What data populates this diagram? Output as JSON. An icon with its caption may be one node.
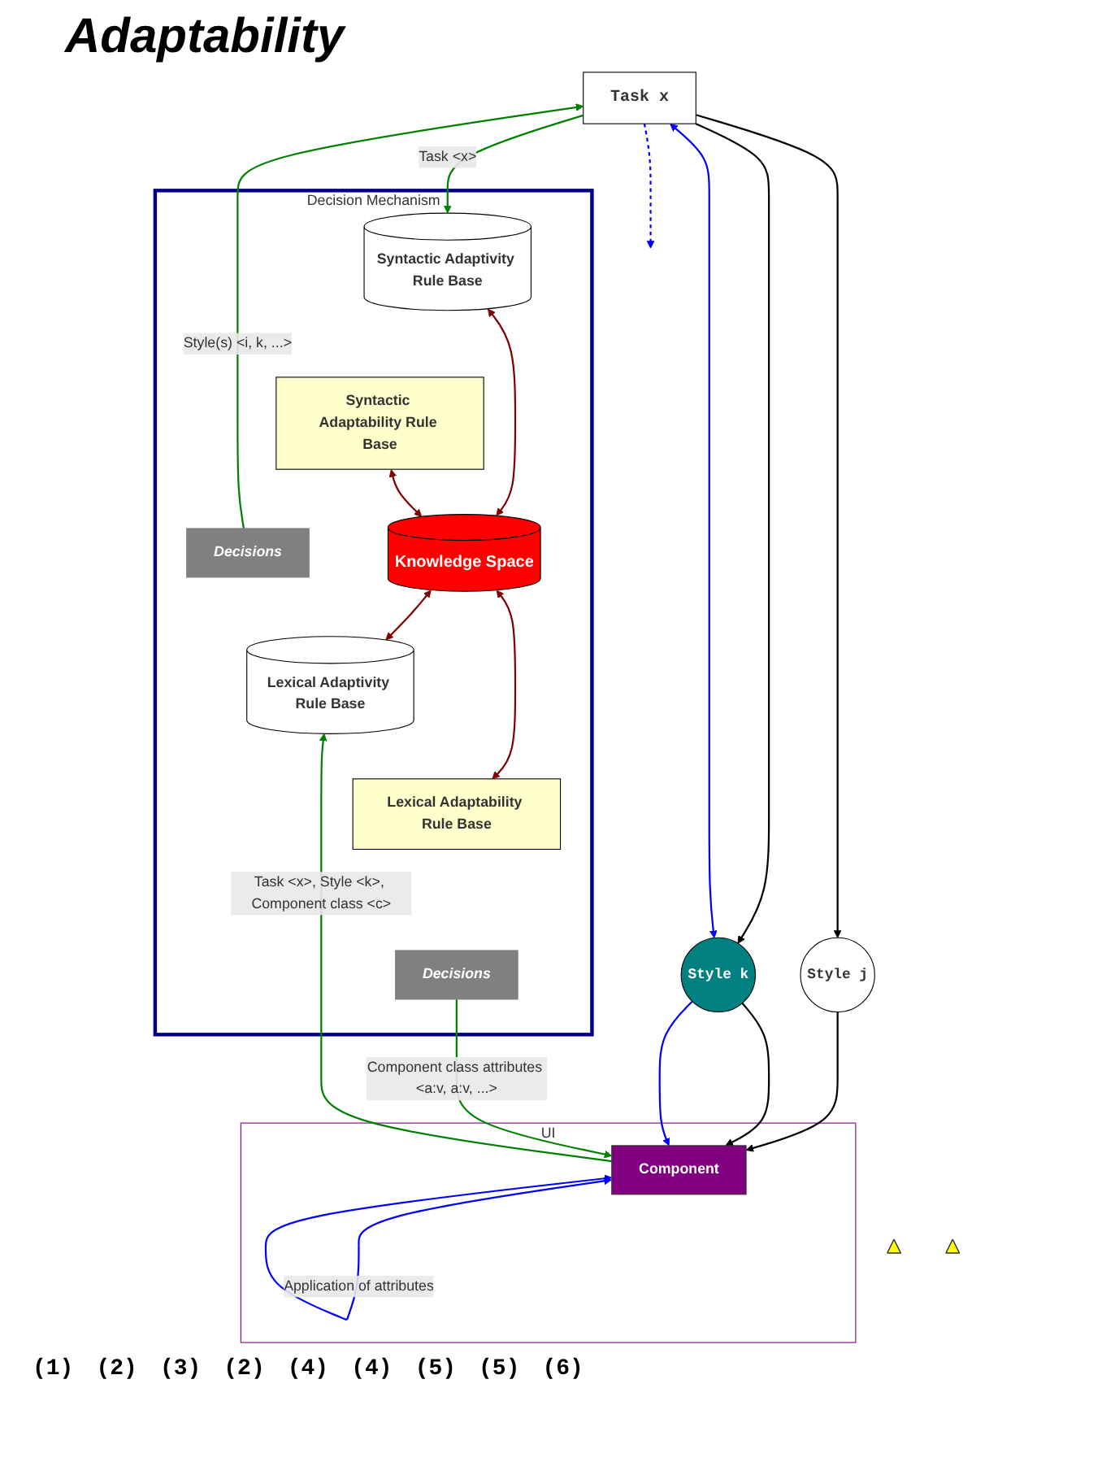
{
  "diagram": {
    "title": "Adaptability",
    "nodes": [
      {
        "text": [
          "Task x"
        ]
      },
      {
        "text": [
          "Style j"
        ]
      },
      {
        "text": [
          "Style k"
        ]
      },
      {
        "text": [
          "UI"
        ]
      },
      {
        "text": [
          "Component"
        ],
        "in": 3
      },
      {
        "text": [
          "Decision Mechanism"
        ]
      },
      {
        "text": [
          "Syntactic Adaptivity Rule Base"
        ],
        "in": 5
      },
      {
        "text": [
          "Syntactic Adaptability Rule Base"
        ],
        "in": 5
      },
      {
        "text": [
          "Decisions"
        ],
        "in": 5
      },
      {
        "text": [
          "Knowledge Space"
        ],
        "in": 5
      },
      {
        "text": [
          "Lexical Adaptivity Rule Base"
        ],
        "in": 5
      },
      {
        "text": [
          "Lexical Adaptability Rule Base"
        ],
        "in": 5
      },
      {
        "text": [
          "Decisions"
        ],
        "in": 5
      },
      {
        "text": [],
        "shape": "triangle"
      },
      {
        "text": [],
        "shape": "triangle"
      }
    ],
    "edges": [
      {
        "from": 0,
        "to": 6,
        "arrow": "to",
        "label": "Task <x>",
        "color": "#008000"
      },
      {
        "from": 8,
        "to": 0,
        "arrow": "to",
        "label": "Style(s) <i, k, ...>",
        "color": "#008000"
      },
      {
        "from": 0,
        "to": 1,
        "arrow": "to",
        "color": "#000000"
      },
      {
        "from": 0,
        "to": 2,
        "arrow": "to",
        "color": "#000000"
      },
      {
        "from": 0,
        "to": 2,
        "arrow": "both",
        "color": "#0000ff"
      },
      {
        "from": 0,
        "to": null,
        "arrow": "to",
        "style": "dashed",
        "color": "#0000ff"
      },
      {
        "from": 1,
        "to": 4,
        "arrow": "to",
        "color": "#000000"
      },
      {
        "from": 2,
        "to": 4,
        "arrow": "to",
        "color": "#000000"
      },
      {
        "from": 2,
        "to": 4,
        "arrow": "to",
        "color": "#0000ff"
      },
      {
        "from": 4,
        "to": 10,
        "arrow": "to",
        "label": "Task <x>, Style <k>, Component class <c>",
        "color": "#008000"
      },
      {
        "from": 12,
        "to": 4,
        "arrow": "to",
        "label": "Component class attributes <a:v, a:v, ...>",
        "color": "#008000"
      },
      {
        "from": 4,
        "to": 4,
        "arrow": "both",
        "label": "Application of attributes",
        "color": "#0000ff"
      },
      {
        "from": 6,
        "to": 9,
        "arrow": "both",
        "color": "#800000"
      },
      {
        "from": 7,
        "to": 9,
        "arrow": "both",
        "color": "#800000"
      },
      {
        "from": 9,
        "to": 10,
        "arrow": "both",
        "color": "#800000"
      },
      {
        "from": 9,
        "to": 11,
        "arrow": "both",
        "color": "#800000"
      }
    ],
    "labels": [
      "(1)",
      "(2)",
      "(3)",
      "(2)",
      "(4)",
      "(4)",
      "(5)",
      "(5)",
      "(6)"
    ]
  }
}
